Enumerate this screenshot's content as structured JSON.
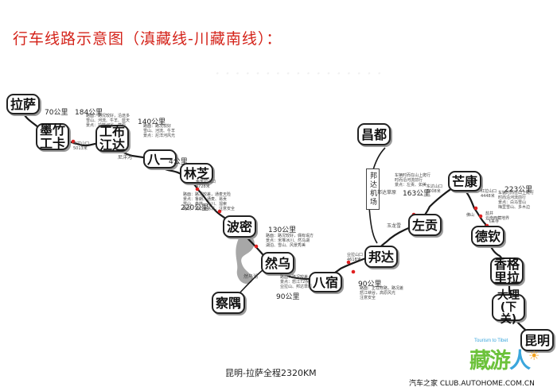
{
  "title": "行车线路示意图（滇藏线-川藏南线）：",
  "stops": [
    {
      "id": "lhasa",
      "name": "拉萨"
    },
    {
      "id": "maizhokunggar",
      "name": "墨竹\n工卡"
    },
    {
      "id": "gongbo",
      "name": "工布\n江达"
    },
    {
      "id": "bayi",
      "name": "八一"
    },
    {
      "id": "nyingchi",
      "name": "林芝"
    },
    {
      "id": "bomi",
      "name": "波密"
    },
    {
      "id": "rawu",
      "name": "然乌"
    },
    {
      "id": "zayu",
      "name": "察隅"
    },
    {
      "id": "baxoi",
      "name": "八宿"
    },
    {
      "id": "bangda",
      "name": "邦达"
    },
    {
      "id": "qamdo",
      "name": "昌都"
    },
    {
      "id": "zogang",
      "name": "左贡"
    },
    {
      "id": "markam",
      "name": "芒康"
    },
    {
      "id": "deqen",
      "name": "德钦"
    },
    {
      "id": "shangrila",
      "name": "香格\n里拉"
    },
    {
      "id": "dali",
      "name": "大理\n(下关)"
    },
    {
      "id": "kunming",
      "name": "昆明"
    }
  ],
  "distances": [
    {
      "id": "d1",
      "text": "70公里"
    },
    {
      "id": "d2",
      "text": "184公里"
    },
    {
      "id": "d3",
      "text": "140公里"
    },
    {
      "id": "d4",
      "text": "4公里"
    },
    {
      "id": "d5",
      "text": "220公里"
    },
    {
      "id": "d6",
      "text": "130公里"
    },
    {
      "id": "d7",
      "text": "90公里"
    },
    {
      "id": "d8",
      "text": "90公里"
    },
    {
      "id": "d9",
      "text": "163公里"
    },
    {
      "id": "d10",
      "text": "223公里"
    }
  ],
  "notes": [
    {
      "id": "n1",
      "text": "米拉山口\n5013米"
    },
    {
      "id": "n2",
      "text": "路面：路况较好，沿途多\n雪山、河流、牛羊、蓝天\n景点：拉萨河谷、草原"
    },
    {
      "id": "n3",
      "text": "路面：路况较好\n雪山、河流、牛羊\n景点：尼洋河风光"
    },
    {
      "id": "n4",
      "text": "色季拉山口\n4728米"
    },
    {
      "id": "n5",
      "text": "路面：路况较差，通麦天险\n景点：鲁朗、通麦、易贡\n雪山、森林、冰川、溜索\n路况：泥石流易发，注意安全"
    },
    {
      "id": "n6",
      "text": "路面：路况较好，偶有塌方\n景点：米堆冰川、然乌湖\n湖泊、雪山、风景秀美"
    },
    {
      "id": "n7",
      "text": "路面：路况较差\n景点：怒江72拐\n业拉山、邦达草原"
    },
    {
      "id": "n8",
      "text": "业拉山口\n4618米"
    },
    {
      "id": "n9",
      "text": "路面：正在修路，路况差\n怒江峡谷，高原风光\n注意安全"
    },
    {
      "id": "n10",
      "text": "车辆时而在山上爬行\n时而沿河流前行\n景点：左贡、如美"
    },
    {
      "id": "n11",
      "text": "东达山口\n5008米"
    },
    {
      "id": "n12",
      "text": "红拉山口\n4448米"
    },
    {
      "id": "n13",
      "text": "车辆时而在山上爬行\n时而沿河流前行\n景点：白马雪山\n梅里雪山、多木边"
    },
    {
      "id": "n14",
      "text": "盐井\n云南西藏地界"
    },
    {
      "id": "n15",
      "text": "飞来寺"
    },
    {
      "id": "n16",
      "text": "佛山"
    }
  ],
  "side_labels": [
    {
      "id": "s1",
      "text": "邦达机场"
    },
    {
      "id": "s2",
      "text": "邦达草原"
    },
    {
      "id": "s3",
      "text": "然乌湖"
    },
    {
      "id": "s4",
      "text": "尼洋河"
    },
    {
      "id": "s5",
      "text": "玉龙雪"
    }
  ],
  "total": "昆明-拉萨全程2320KM",
  "footer": "汽车之家 CLUB.AUTOHOME.COM.CN",
  "logo": {
    "main_green": "藏游",
    "main_blue": "人",
    "sub": "Tourism to Tibet"
  },
  "colors": {
    "title": "#d4231a",
    "route": "#1a1a1a",
    "pass_marker": "#e02020",
    "lake": "#8a8a8a",
    "logo_green": "#6cc23b",
    "logo_blue": "#3aa6dc"
  }
}
